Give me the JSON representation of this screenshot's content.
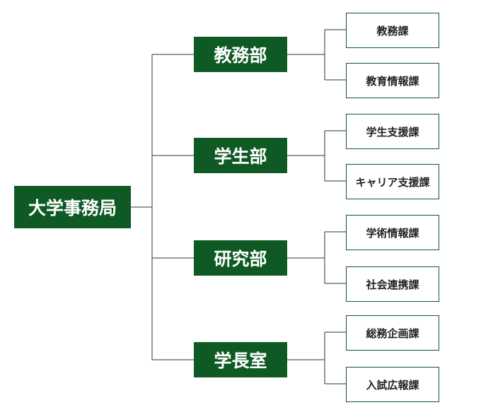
{
  "root": {
    "label": "大学事務局"
  },
  "departments": [
    {
      "label": "教務部",
      "sections": [
        "教務課",
        "教育情報課"
      ]
    },
    {
      "label": "学生部",
      "sections": [
        "学生支援課",
        "キャリア支援課"
      ]
    },
    {
      "label": "研究部",
      "sections": [
        "学術情報課",
        "社会連携課"
      ]
    },
    {
      "label": "学長室",
      "sections": [
        "総務企画課",
        "入試広報課"
      ]
    }
  ],
  "colors": {
    "box_fill": "#0f5a24",
    "line": "#333333",
    "section_border": "#0f5a24"
  }
}
